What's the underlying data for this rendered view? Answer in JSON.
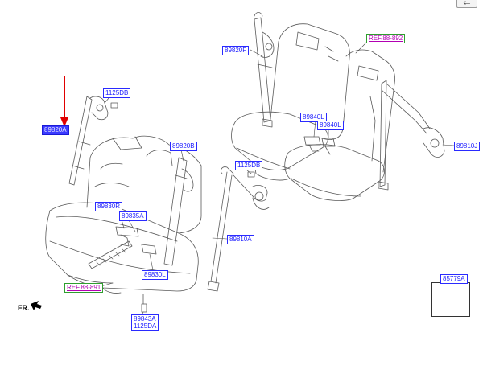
{
  "labels": {
    "l89820A": "89820A",
    "l1125DB_a": "1125DB",
    "l89820B": "89820B",
    "l1125DB_b": "1125DB",
    "l89830R": "89830R",
    "l89835A": "89835A",
    "l89830L": "89830L",
    "l89810A": "89810A",
    "l89843A": "89843A",
    "l1125DA": "1125DA",
    "l89820F": "89820F",
    "l89840L_a": "89840L",
    "l89840L_b": "89840L",
    "l89810J": "89810J",
    "l85779A": "85779A"
  },
  "refs": {
    "ref_top": "REF.88-892",
    "ref_bottom": "REF.88-891"
  },
  "direction": {
    "text": "FR."
  },
  "toolbar": {
    "back_glyph": "⇐"
  },
  "colors": {
    "label_text": "#1a1aff",
    "label_border": "#2a2aff",
    "selected_bg": "#3b3bff",
    "ref_text": "#b200b2",
    "ref_border": "#2e9e2e",
    "arrow": "#e00000",
    "line": "#555555"
  }
}
